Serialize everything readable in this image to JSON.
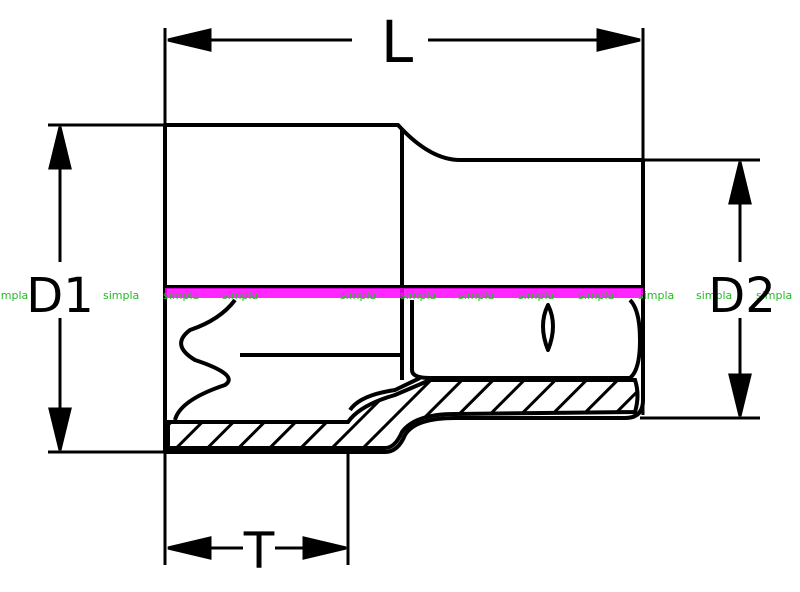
{
  "labels": {
    "length": "L",
    "diameter_1": "D1",
    "diameter_2": "D2",
    "thickness": "T"
  },
  "watermark": {
    "text": "simpla",
    "color": "#22bb22",
    "band_color": "#ff00ff"
  },
  "colors": {
    "line": "#000000",
    "background": "#ffffff"
  }
}
